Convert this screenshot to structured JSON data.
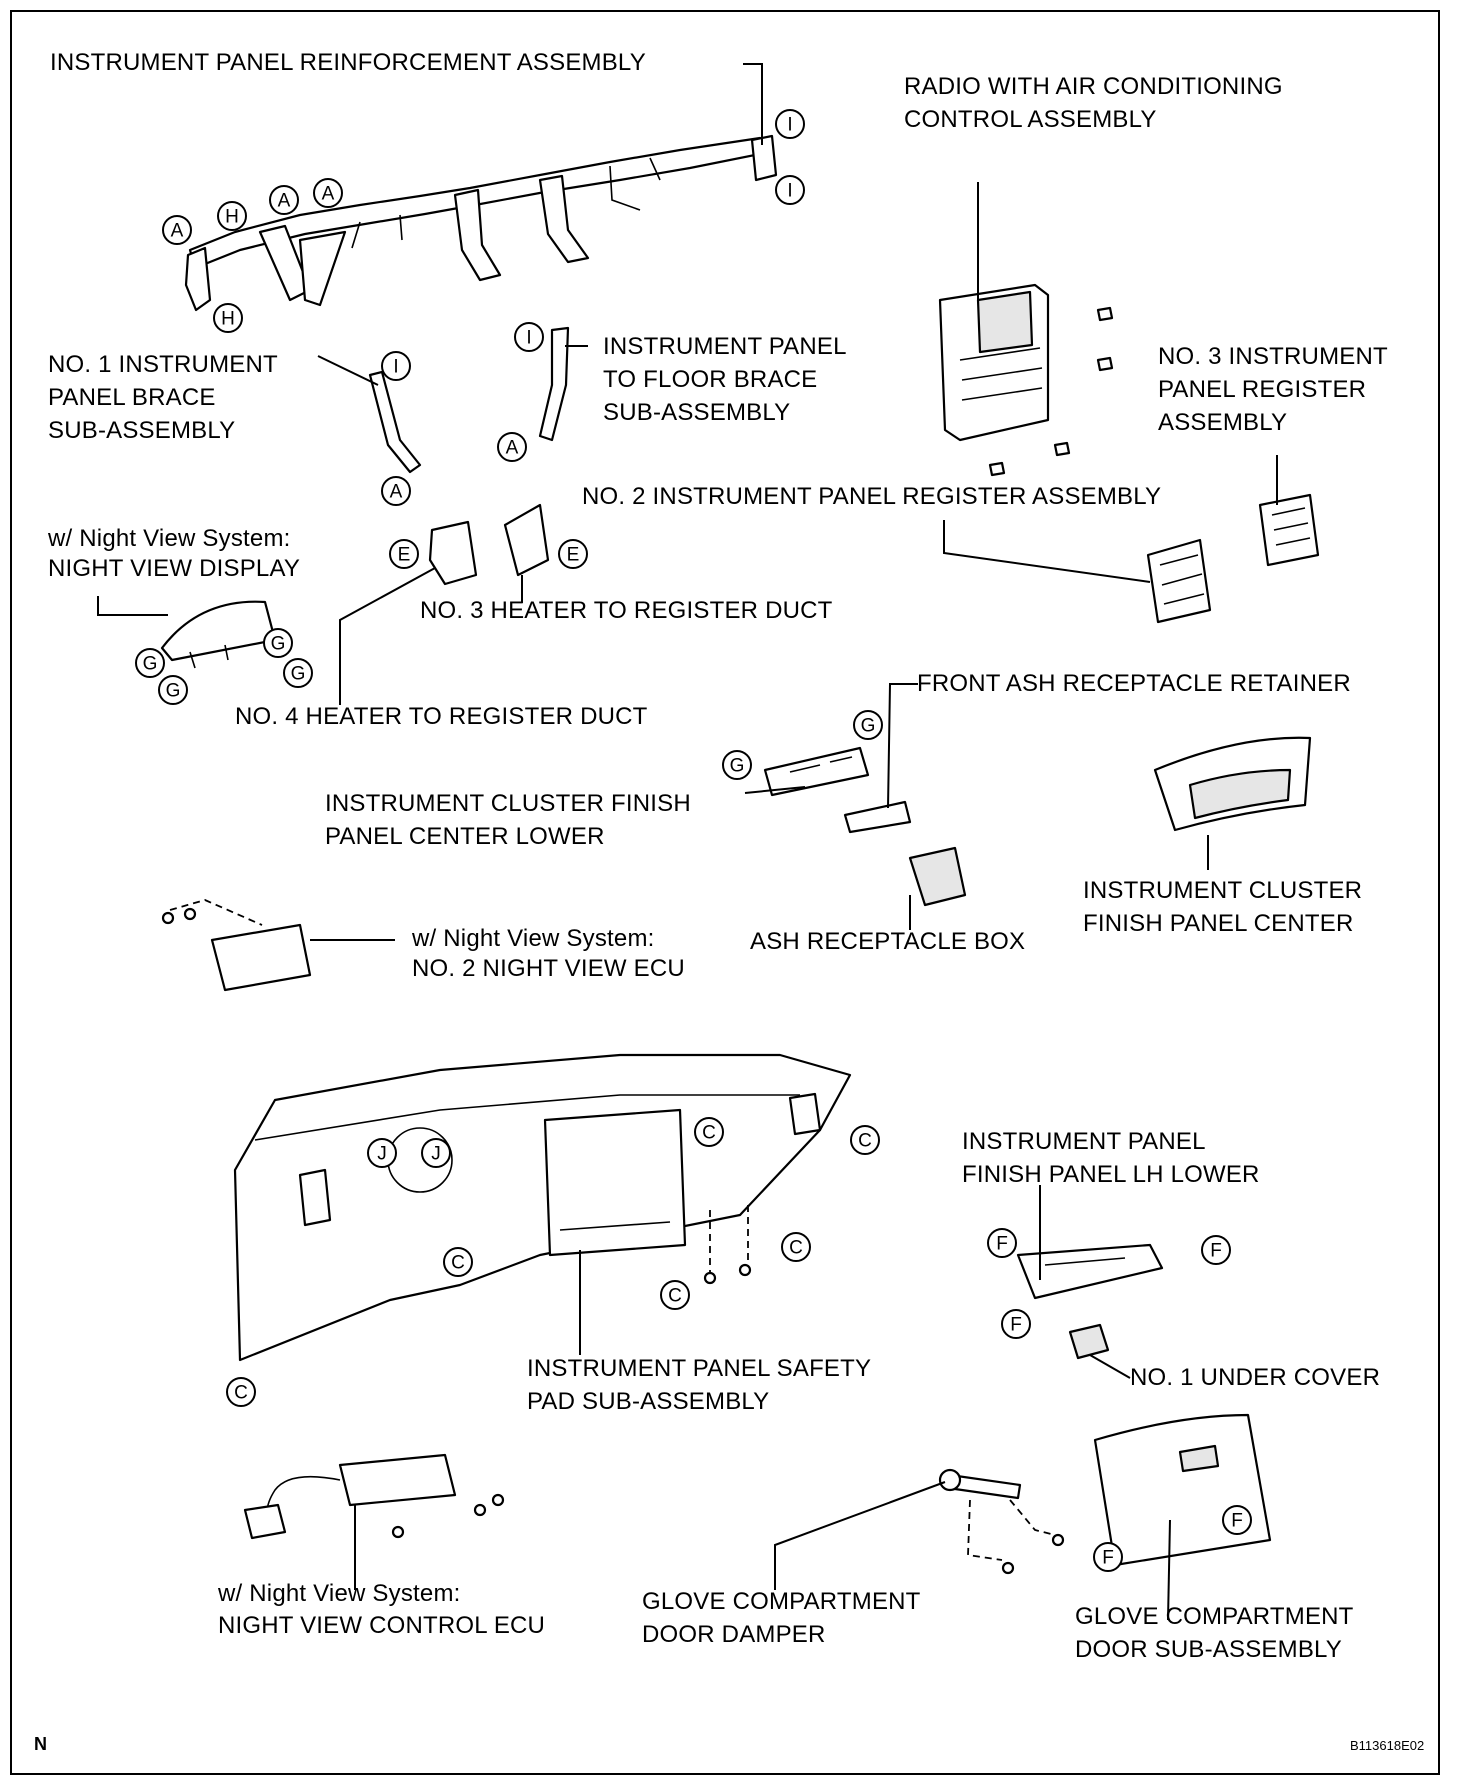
{
  "labels": {
    "reinforcement": "INSTRUMENT PANEL REINFORCEMENT ASSEMBLY",
    "radio_1": "RADIO WITH AIR CONDITIONING",
    "radio_2": "CONTROL ASSEMBLY",
    "brace_1": "NO. 1 INSTRUMENT",
    "brace_2": "PANEL BRACE",
    "brace_3": "SUB-ASSEMBLY",
    "floor_brace_1": "INSTRUMENT PANEL",
    "floor_brace_2": "TO FLOOR BRACE",
    "floor_brace_3": "SUB-ASSEMBLY",
    "register3_1": "NO. 3 INSTRUMENT",
    "register3_2": "PANEL REGISTER",
    "register3_3": "ASSEMBLY",
    "register2": "NO. 2 INSTRUMENT PANEL REGISTER ASSEMBLY",
    "nv_display_1": "w/ Night View System:",
    "nv_display_2": "NIGHT VIEW DISPLAY",
    "duct3": "NO. 3 HEATER TO REGISTER DUCT",
    "duct4": "NO. 4 HEATER TO REGISTER DUCT",
    "ash_retainer": "FRONT ASH RECEPTACLE RETAINER",
    "cluster_lower_1": "INSTRUMENT CLUSTER FINISH",
    "cluster_lower_2": "PANEL CENTER LOWER",
    "nv_ecu2_1": "w/ Night View System:",
    "nv_ecu2_2": "NO. 2 NIGHT VIEW ECU",
    "ash_box": "ASH RECEPTACLE BOX",
    "cluster_center_1": "INSTRUMENT CLUSTER",
    "cluster_center_2": "FINISH PANEL CENTER",
    "finish_lh_1": "INSTRUMENT PANEL",
    "finish_lh_2": "FINISH PANEL LH LOWER",
    "safety_pad_1": "INSTRUMENT PANEL SAFETY",
    "safety_pad_2": "PAD SUB-ASSEMBLY",
    "under_cover": "NO. 1 UNDER COVER",
    "nv_control_1": "w/ Night View System:",
    "nv_control_2": "NIGHT VIEW CONTROL ECU",
    "damper_1": "GLOVE COMPARTMENT",
    "damper_2": "DOOR DAMPER",
    "glove_door_1": "GLOVE COMPARTMENT",
    "glove_door_2": "DOOR SUB-ASSEMBLY"
  },
  "corner": {
    "north": "N",
    "figure_id": "B113618E02"
  },
  "markers": [
    {
      "letter": "I"
    },
    {
      "letter": "I"
    },
    {
      "letter": "A"
    },
    {
      "letter": "H"
    },
    {
      "letter": "A"
    },
    {
      "letter": "A"
    },
    {
      "letter": "H"
    },
    {
      "letter": "I"
    },
    {
      "letter": "A"
    },
    {
      "letter": "I"
    },
    {
      "letter": "A"
    },
    {
      "letter": "E"
    },
    {
      "letter": "E"
    },
    {
      "letter": "G"
    },
    {
      "letter": "G"
    },
    {
      "letter": "G"
    },
    {
      "letter": "G"
    },
    {
      "letter": "G"
    },
    {
      "letter": "G"
    },
    {
      "letter": "C"
    },
    {
      "letter": "C"
    },
    {
      "letter": "C"
    },
    {
      "letter": "C"
    },
    {
      "letter": "C"
    },
    {
      "letter": "C"
    },
    {
      "letter": "J"
    },
    {
      "letter": "J"
    },
    {
      "letter": "F"
    },
    {
      "letter": "F"
    },
    {
      "letter": "F"
    },
    {
      "letter": "F"
    },
    {
      "letter": "F"
    }
  ]
}
